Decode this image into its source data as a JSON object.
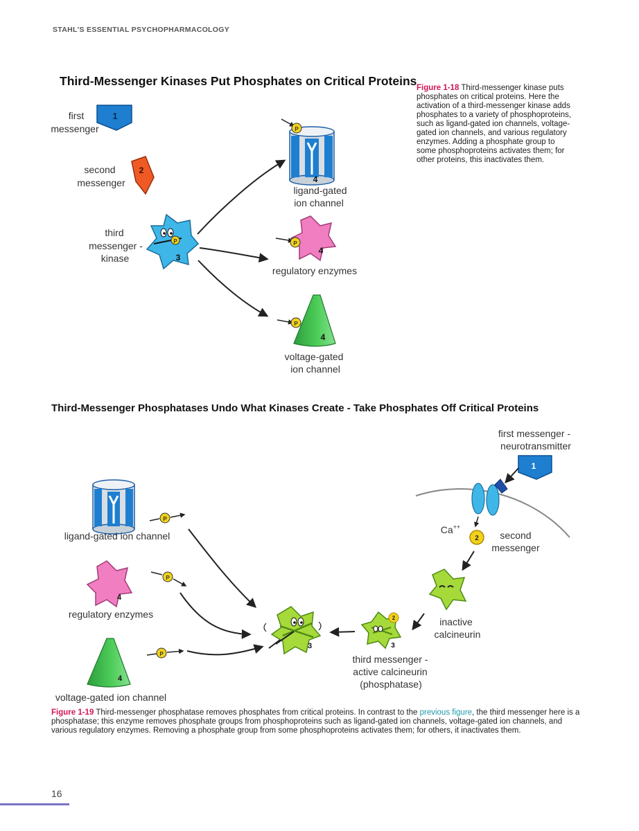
{
  "running_head": "STAHL'S ESSENTIAL PSYCHOPHARMACOLOGY",
  "page_number": "16",
  "figure_18": {
    "title": "Third-Messenger Kinases Put Phosphates on Critical Proteins",
    "caption_number": "Figure 1-18",
    "caption_text": " Third-messenger kinase puts phosphates on critical proteins.  Here the activation of a third-messenger kinase adds phosphates to a variety of phosphoproteins, such as ligand-gated ion channels, voltage-gated ion channels, and various regulatory enzymes. Adding a phosphate group to some phosphoproteins activates them; for other proteins, this inactivates them.",
    "labels": {
      "first_messenger_1": "first",
      "first_messenger_2": "messenger",
      "second_messenger_1": "second",
      "second_messenger_2": "messenger",
      "third_messenger_1": "third",
      "third_messenger_2": "messenger -",
      "third_messenger_3": "kinase",
      "ligand_1": "ligand-gated",
      "ligand_2": "ion channel",
      "regulatory": "regulatory enzymes",
      "voltage_1": "voltage-gated",
      "voltage_2": "ion channel"
    },
    "badges": {
      "first": "1",
      "second": "2",
      "third": "3",
      "target": "4",
      "phosphate": "P"
    }
  },
  "figure_19": {
    "title": "Third-Messenger Phosphatases Undo What Kinases Create - Take Phosphates Off Critical Proteins",
    "caption_number": "Figure 1-19",
    "caption_text_a": " Third-messenger phosphatase removes phosphates from critical proteins.  In contrast to the ",
    "caption_link": "previous figure",
    "caption_text_b": ", the third messenger here is a phosphatase; this enzyme removes phosphate groups from phosphoproteins such as ligand-gated ion channels, voltage-gated ion channels, and various regulatory enzymes. Removing a phosphate group from some phosphoproteins activates them; for others, it inactivates them.",
    "labels": {
      "first_messenger_1": "first messenger -",
      "first_messenger_2": "neurotransmitter",
      "ca": "Ca",
      "ca_sup": "++",
      "second_messenger_1": "second",
      "second_messenger_2": "messenger",
      "inactive_1": "inactive",
      "inactive_2": "calcineurin",
      "active_1": "third messenger -",
      "active_2": "active calcineurin",
      "active_3": "(phosphatase)",
      "ligand": "ligand-gated ion channel",
      "regulatory": "regulatory enzymes",
      "voltage": "voltage-gated ion channel"
    },
    "badges": {
      "first": "1",
      "second": "2",
      "third": "3",
      "target": "4",
      "phosphate": "P"
    }
  },
  "colors": {
    "blue": "#1e7fd0",
    "orange": "#ef5a24",
    "kinase_blue": "#3fb6e8",
    "pink": "#f07ec0",
    "green": "#3cb84a",
    "lime": "#a6d93a",
    "phosphate": "#f2d21a",
    "caption_red": "#d4145a",
    "link": "#1c9aa8"
  }
}
